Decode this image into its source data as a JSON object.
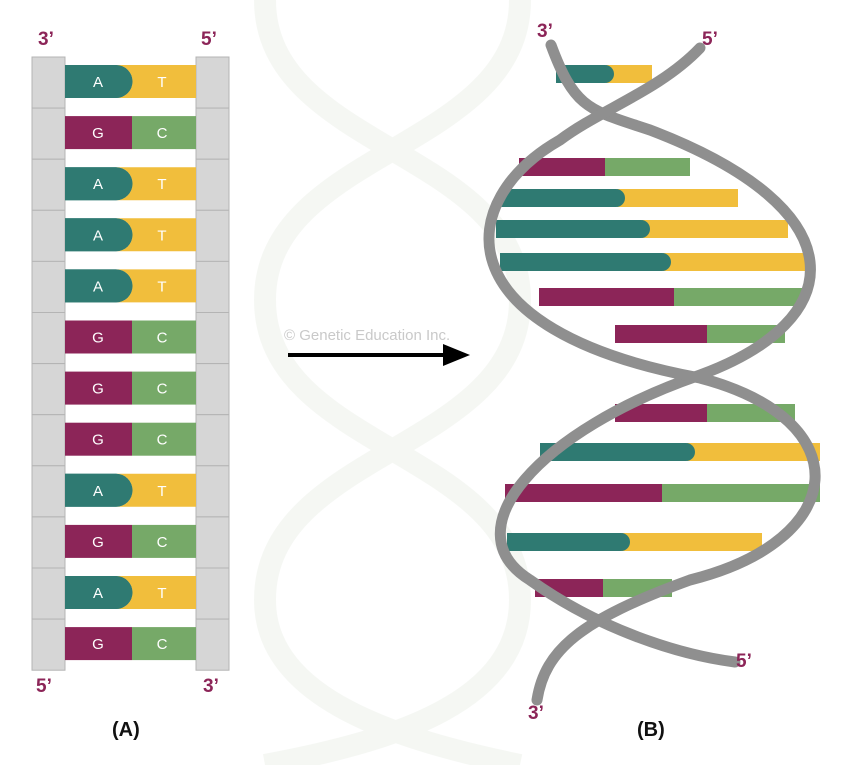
{
  "ends": {
    "ladder_left_top": "3’",
    "ladder_right_top": "5’",
    "ladder_left_bottom": "5’",
    "ladder_right_bottom": "3’",
    "helix_left_top": "3’",
    "helix_right_top": "5’",
    "helix_right_bottom": "5’",
    "helix_left_bottom": "3’"
  },
  "panels": {
    "a": "(A)",
    "b": "(B)"
  },
  "watermark": "© Genetic Education Inc.",
  "base_pairs": [
    {
      "left": "A",
      "right": "T"
    },
    {
      "left": "G",
      "right": "C"
    },
    {
      "left": "A",
      "right": "T"
    },
    {
      "left": "A",
      "right": "T"
    },
    {
      "left": "A",
      "right": "T"
    },
    {
      "left": "G",
      "right": "C"
    },
    {
      "left": "G",
      "right": "C"
    },
    {
      "left": "G",
      "right": "C"
    },
    {
      "left": "A",
      "right": "T"
    },
    {
      "left": "G",
      "right": "C"
    },
    {
      "left": "A",
      "right": "T"
    },
    {
      "left": "G",
      "right": "C"
    }
  ],
  "colors": {
    "A": "#2f7a72",
    "T": "#f1be3c",
    "G": "#8c2558",
    "C": "#76a968",
    "backbone": "#d6d6d6",
    "helix_strand": "#8f8f8f",
    "end_label": "#8c2558"
  }
}
